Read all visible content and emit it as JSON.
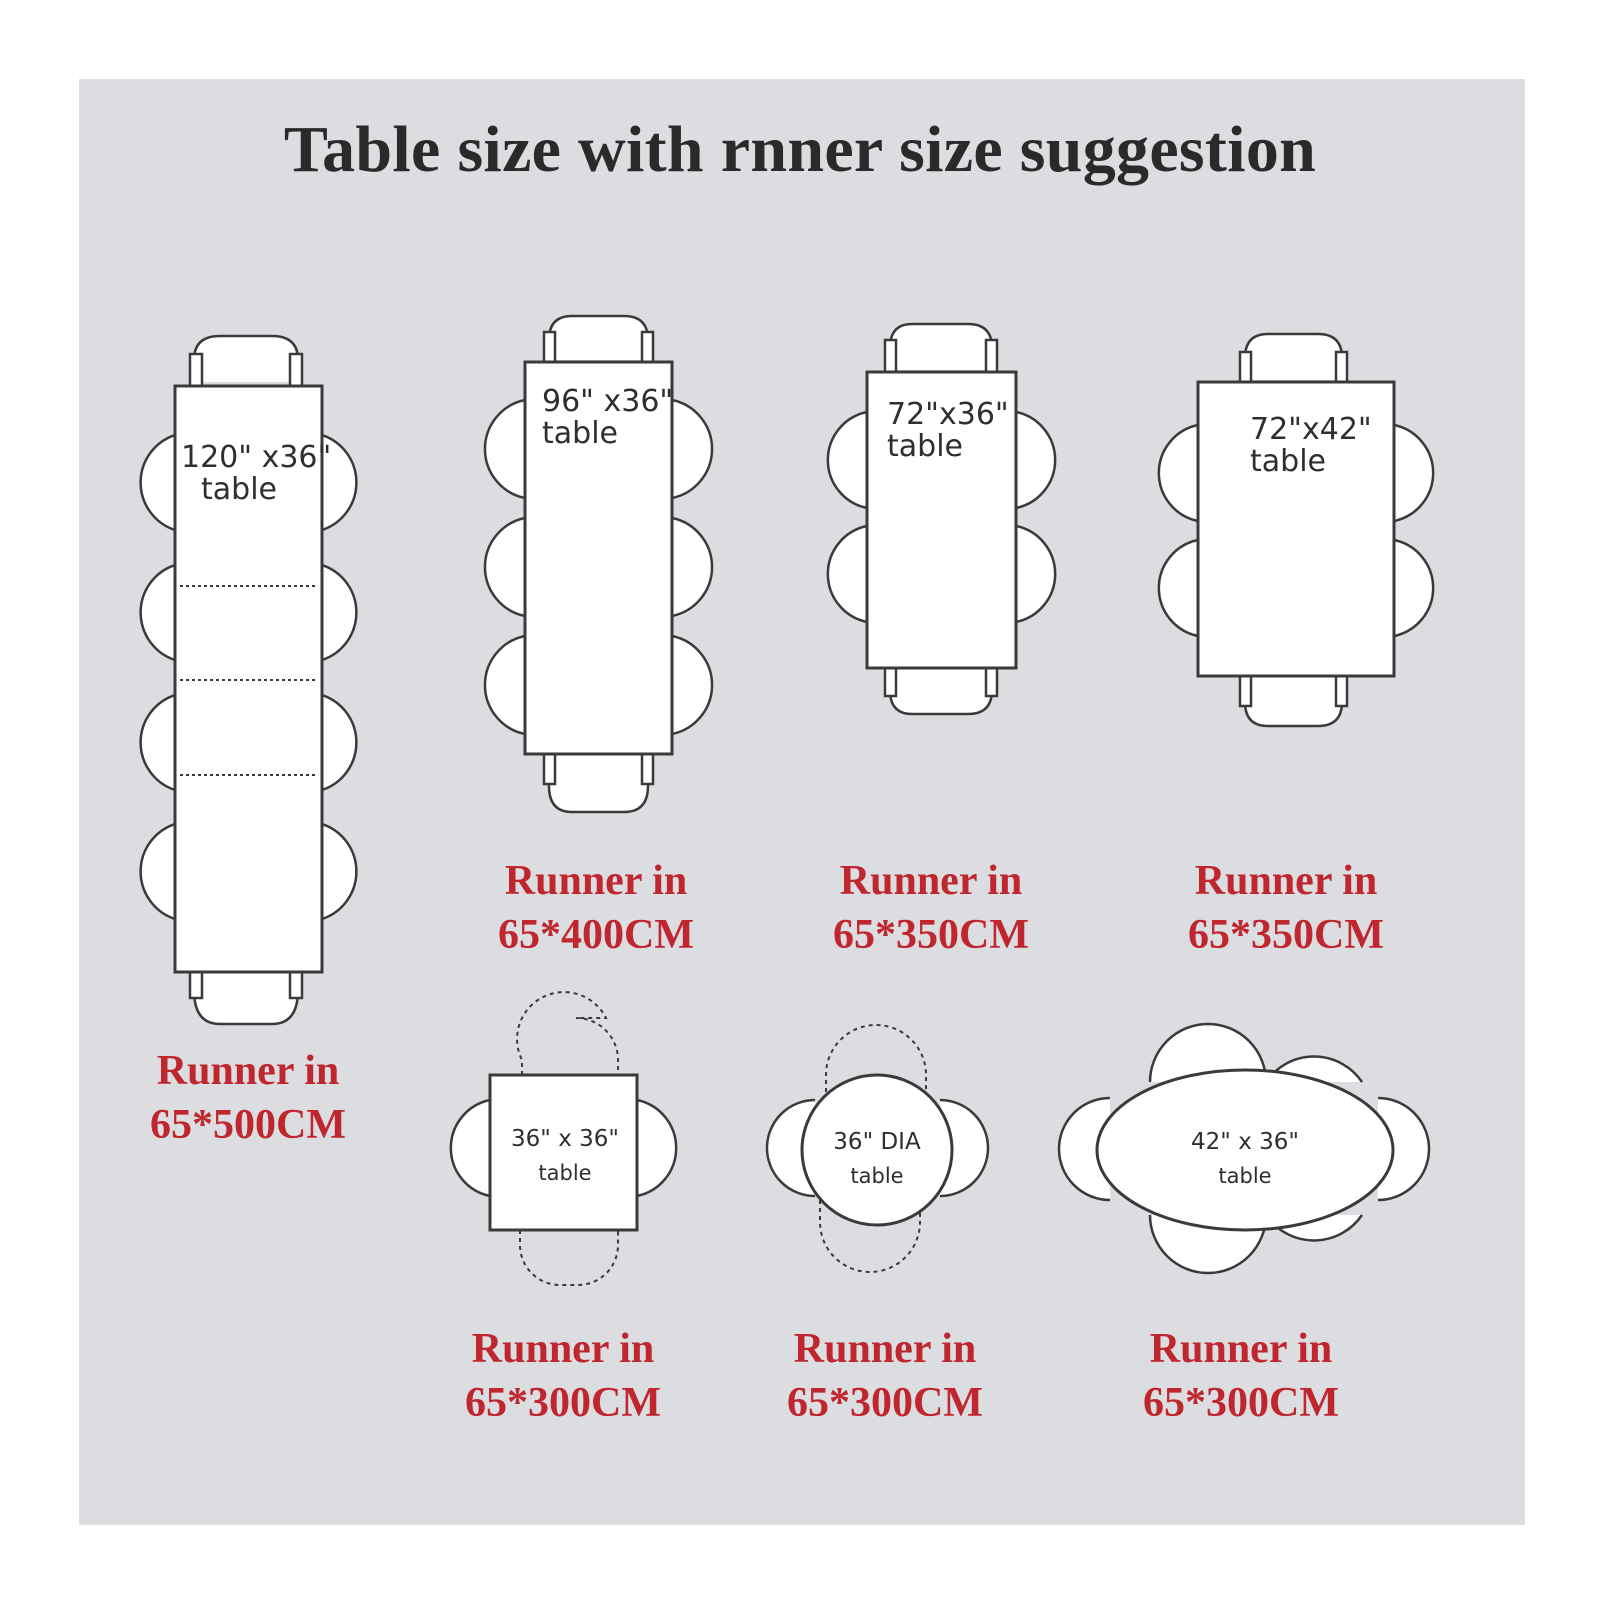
{
  "title": "Table size with rnner size suggestion",
  "colors": {
    "background": "#dcdde1",
    "runner_text": "#c0262e",
    "outline": "#3a3a3a",
    "title_text": "#2a2a2a"
  },
  "tables": [
    {
      "id": "t120x36",
      "shape": "rectangle",
      "label_line1": "120\" x36\"",
      "label_line2": "table",
      "runner_line1": "Runner in",
      "runner_line2": "65*500CM"
    },
    {
      "id": "t96x36",
      "shape": "rectangle",
      "label_line1": "96\" x36\"",
      "label_line2": "table",
      "runner_line1": "Runner in",
      "runner_line2": "65*400CM"
    },
    {
      "id": "t72x36",
      "shape": "rectangle",
      "label_line1": "72\"x36\"",
      "label_line2": "table",
      "runner_line1": "Runner in",
      "runner_line2": "65*350CM"
    },
    {
      "id": "t72x42",
      "shape": "rectangle",
      "label_line1": "72\"x42\"",
      "label_line2": "table",
      "runner_line1": "Runner in",
      "runner_line2": "65*350CM"
    },
    {
      "id": "t36x36",
      "shape": "square",
      "label_line1": "36\" x 36\"",
      "label_line2": "table",
      "runner_line1": "Runner in",
      "runner_line2": "65*300CM"
    },
    {
      "id": "t36dia",
      "shape": "round",
      "label_line1": "36\" DIA",
      "label_line2": "table",
      "runner_line1": "Runner in",
      "runner_line2": "65*300CM"
    },
    {
      "id": "t42x36",
      "shape": "oval",
      "label_line1": "42\" x 36\"",
      "label_line2": "table",
      "runner_line1": "Runner in",
      "runner_line2": "65*300CM"
    }
  ]
}
